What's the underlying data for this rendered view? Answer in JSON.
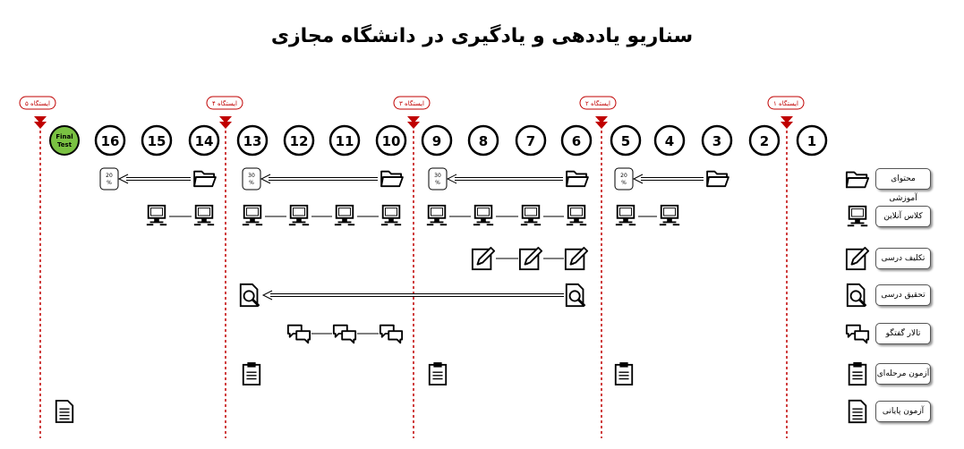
{
  "title": "سناریو یاددهی و یادگیری در دانشگاه مجازی",
  "stations": [
    "ایستگاه ۱",
    "ایستگاه ۲",
    "ایستگاه ۳",
    "ایستگاه ۴",
    "ایستگاه ۵"
  ],
  "sessions": [
    "1",
    "2",
    "3",
    "4",
    "5",
    "6",
    "7",
    "8",
    "9",
    "10",
    "11",
    "12",
    "13",
    "14",
    "15",
    "16"
  ],
  "final_test": "Final Test",
  "percent_badge": "30 %",
  "percent_badge_small": "20 %",
  "legend": [
    {
      "label": "محتوای آموزشی",
      "icon": "folder-icon"
    },
    {
      "label": "کلاس آنلاین",
      "icon": "computer-icon"
    },
    {
      "label": "تکلیف درسی",
      "icon": "pen-paper-icon"
    },
    {
      "label": "تحقیق درسی",
      "icon": "search-doc-icon"
    },
    {
      "label": "تالار گفتگو",
      "icon": "chat-icon"
    },
    {
      "label": "آزمون مرحله‌ای",
      "icon": "clipboard-icon"
    },
    {
      "label": "آزمون پایانی",
      "icon": "document-icon"
    }
  ]
}
